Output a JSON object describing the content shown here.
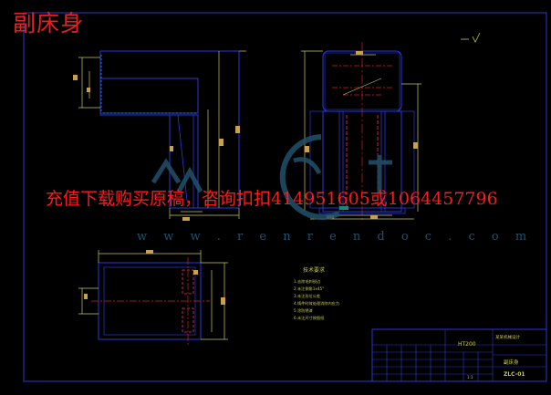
{
  "title": "副床身",
  "promo_text": "充值下载购买原稿，咨询扣扣414951605或1064457796",
  "watermark": {
    "url": "w w w . r e n r e n d o c . c o m",
    "icon": "renrendoc-logo-icon"
  },
  "tech_requirements": {
    "heading": "技术要求",
    "items": [
      "1.去除毛刺锐边",
      "2.未注倒角1x45°",
      "3.未注形位公差",
      "4.铸件时效处理消除内应力",
      "5.涂防锈漆",
      "6.未注尺寸按图纸"
    ]
  },
  "title_block": {
    "school": "某某机械设计",
    "part_name": "副床身",
    "drawing_no": "ZLC-01",
    "material": "HT200",
    "scale": "1:1"
  },
  "colors": {
    "background": "#000000",
    "border": "#2a39d8",
    "outline": "#2a39d8",
    "dimension": "#c8c85a",
    "center_line": "#d22020",
    "hidden_line": "#ff2a6a",
    "text_red": "#ff1a1a",
    "watermark": "#22506a"
  }
}
